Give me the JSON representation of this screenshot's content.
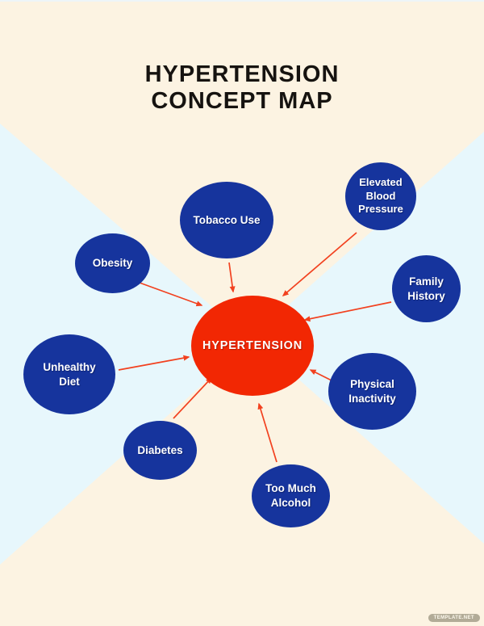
{
  "title": {
    "line1": "HYPERTENSION",
    "line2": "CONCEPT MAP"
  },
  "diagram": {
    "center": {
      "label": "HYPERTENSION"
    },
    "nodes": [
      {
        "id": "tobacco-use",
        "label": "Tobacco Use"
      },
      {
        "id": "elevated-blood-pressure",
        "label": "Elevated Blood Pressure"
      },
      {
        "id": "obesity",
        "label": "Obesity"
      },
      {
        "id": "family-history",
        "label": "Family History"
      },
      {
        "id": "unhealthy-diet",
        "label": "Unhealthy Diet"
      },
      {
        "id": "physical-inactivity",
        "label": "Physical Inactivity"
      },
      {
        "id": "diabetes",
        "label": "Diabetes"
      },
      {
        "id": "too-much-alcohol",
        "label": "Too Much Alcohol"
      }
    ],
    "relationship": "causes-arrows-point-to-center"
  },
  "watermark": {
    "label": "TEMPLATE.NET"
  },
  "colors": {
    "background_cream": "#fcf3e2",
    "background_blue": "#e7f7fc",
    "node_blue": "#16349d",
    "center_red": "#f22703",
    "arrow_red": "#f2411f",
    "title_color": "#161310"
  }
}
